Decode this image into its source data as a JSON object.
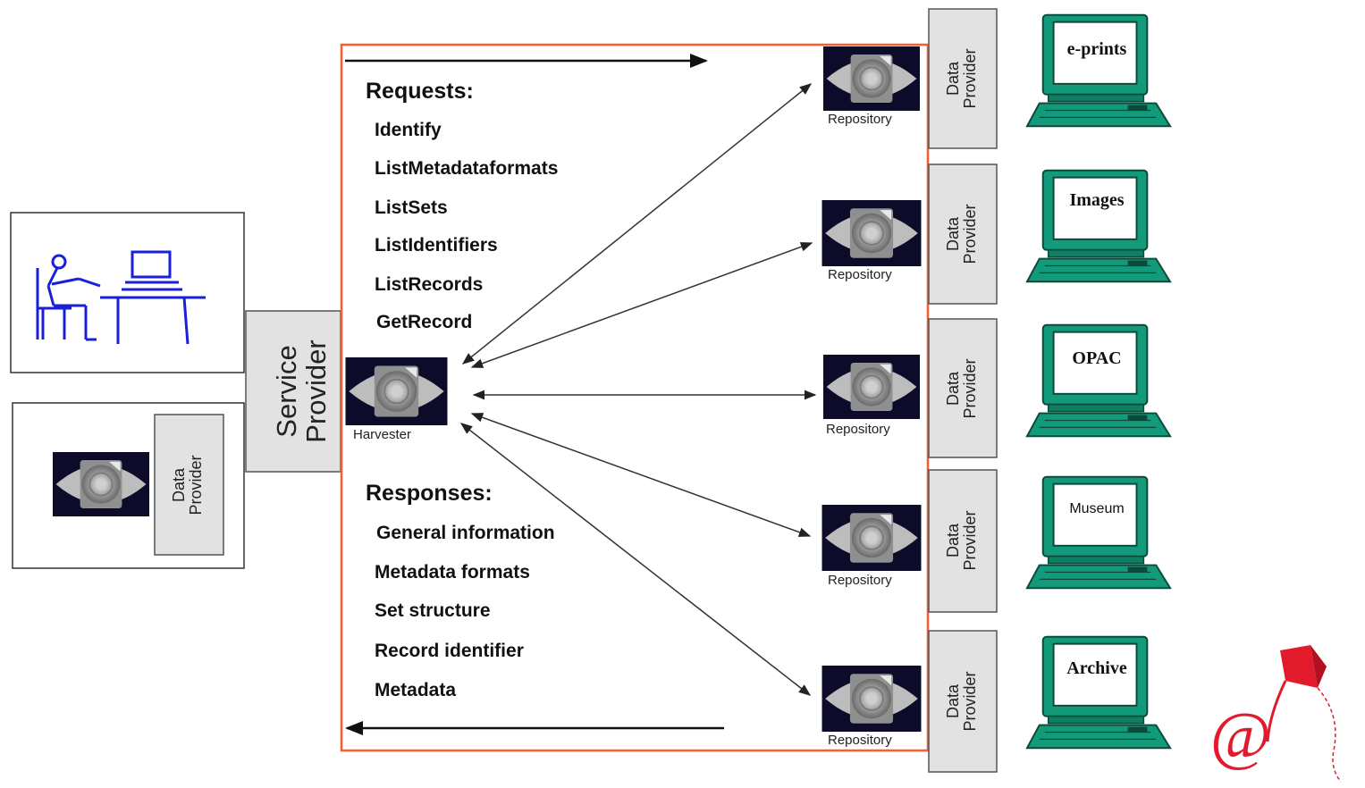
{
  "colors": {
    "frame": "#ff5a2c",
    "computer": "#139a7a",
    "figure": "#1a20d8",
    "kite": "#e21b2c",
    "dp_box": "#e2e2e2"
  },
  "service_provider": {
    "label_line1": "Service",
    "label_line2": "Provider"
  },
  "requests": {
    "heading": "Requests:",
    "items": [
      "Identify",
      "ListMetadataformats",
      "ListSets",
      "ListIdentifiers",
      "ListRecords",
      "GetRecord"
    ]
  },
  "responses": {
    "heading": "Responses:",
    "items": [
      "General information",
      "Metadata formats",
      "Set structure",
      "Record identifier",
      "Metadata"
    ]
  },
  "harvester": {
    "label": "Harvester"
  },
  "repository_label": "Repository",
  "data_provider": {
    "line1": "Data",
    "line2": "Provider"
  },
  "sources": [
    "e-prints",
    "Images",
    "OPAC",
    "Museum",
    "Archive"
  ],
  "icons": {
    "user": "user-at-desk-icon",
    "repository": "eye-repository-icon",
    "computer": "desktop-computer-icon",
    "logo": "at-kite-logo-icon"
  }
}
